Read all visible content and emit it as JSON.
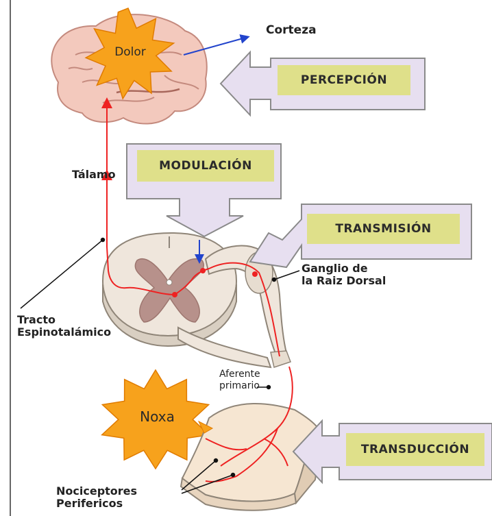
{
  "labels": {
    "corteza": "Corteza",
    "talamo": "Tálamo",
    "tracto": "Tracto\nEspinotalámico",
    "ganglio": "Ganglio de\nla Raiz Dorsal",
    "aferente": "Aferente\nprimario",
    "nociceptores": "Nociceptores\nPerifericos"
  },
  "bursts": {
    "dolor": "Dolor",
    "noxa": "Noxa"
  },
  "processes": {
    "percepcion": "PERCEPCIÓN",
    "modulacion": "MODULACIÓN",
    "transmision": "TRANSMISIÓN",
    "transduccion": "TRANSDUCCIÓN"
  },
  "colors": {
    "burst": "#f7a21c",
    "burst_stroke": "#e07b00",
    "box_fill": "#dfe08a",
    "arrow_fill": "#e7dff0",
    "arrow_stroke": "#8a8a8a",
    "pathway": "#ee2222",
    "brain": "#f3c9bd",
    "spinal_cord": "#efe6dc",
    "gray_matter": "#b7918b",
    "skin": "#f6e6d2",
    "pointer_blue": "#2244cc"
  }
}
